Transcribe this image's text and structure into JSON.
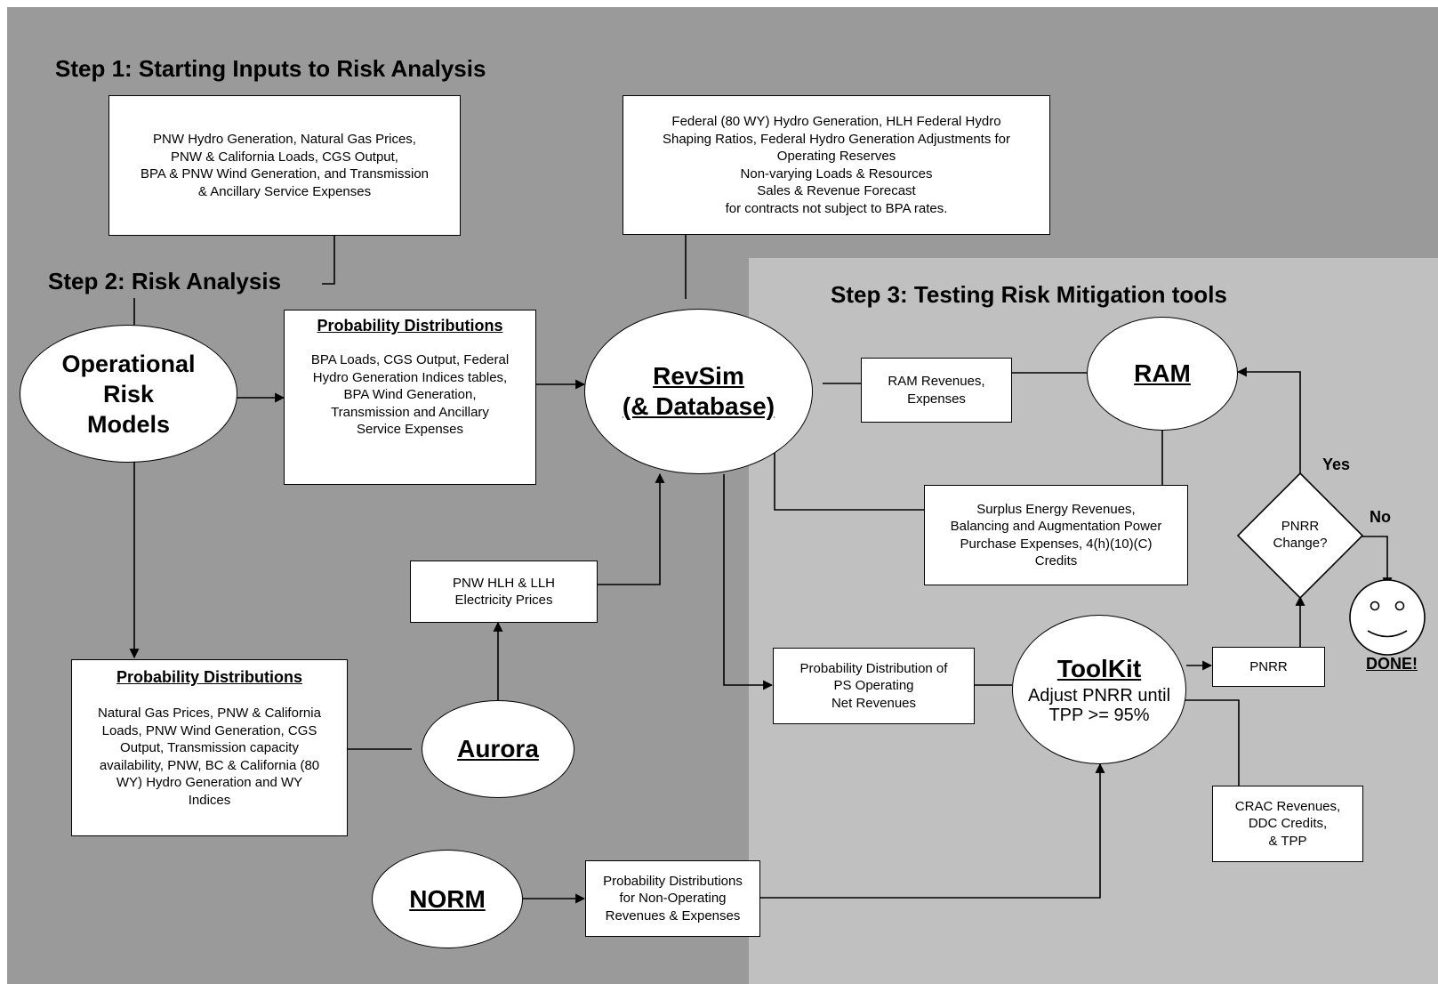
{
  "titles": {
    "step1": "Step 1:  Starting Inputs to Risk Analysis",
    "step2": "Step 2:  Risk Analysis",
    "step3": "Step 3:  Testing Risk Mitigation tools"
  },
  "boxes": {
    "step1_inputs": [
      "PNW Hydro Generation, Natural Gas Prices,",
      "PNW & California Loads, CGS Output,",
      "BPA & PNW Wind Generation, and Transmission",
      "& Ancillary Service Expenses"
    ],
    "federal_inputs": [
      "Federal (80 WY) Hydro Generation, HLH Federal Hydro",
      "Shaping Ratios, Federal Hydro Generation Adjustments for",
      "Operating Reserves",
      "Non-varying Loads & Resources",
      "Sales & Revenue Forecast",
      "for contracts not subject to BPA rates."
    ],
    "prob_dist_top": {
      "heading": "Probability Distributions",
      "lines": [
        "BPA Loads, CGS Output, Federal",
        "Hydro Generation Indices tables,",
        "BPA Wind Generation,",
        "Transmission and Ancillary",
        "Service Expenses"
      ]
    },
    "prob_dist_bottom": {
      "heading": "Probability Distributions",
      "lines": [
        "Natural Gas Prices,  PNW & California",
        "Loads, PNW Wind Generation, CGS",
        "Output, Transmission capacity",
        "availability, PNW, BC & California (80",
        "WY) Hydro Generation  and WY",
        "Indices"
      ]
    },
    "electricity_prices": [
      "PNW HLH & LLH",
      "Electricity Prices"
    ],
    "ram_revenues": [
      "RAM Revenues,",
      "Expenses"
    ],
    "surplus_energy": [
      "Surplus Energy Revenues,",
      "Balancing and Augmentation Power",
      "Purchase Expenses, 4(h)(10)(C)",
      "Credits"
    ],
    "ps_operating": [
      "Probability Distribution of",
      "PS Operating",
      "Net Revenues"
    ],
    "pnrr": [
      "PNRR"
    ],
    "crac": [
      "CRAC Revenues,",
      "DDC Credits,",
      "& TPP"
    ],
    "non_operating": [
      "Probability Distributions",
      "for Non-Operating",
      "Revenues & Expenses"
    ]
  },
  "ellipses": {
    "operational": [
      "Operational",
      "Risk",
      "Models"
    ],
    "revsim": [
      "RevSim",
      "(& Database)"
    ],
    "ram": "RAM",
    "aurora": "Aurora",
    "norm": "NORM",
    "toolkit": {
      "title": "ToolKit",
      "lines": [
        "Adjust PNRR until",
        "TPP >= 95%"
      ]
    }
  },
  "decision": {
    "lines": [
      "PNRR",
      "Change?"
    ],
    "yes": "Yes",
    "no": "No"
  },
  "done": "DONE!",
  "colors": {
    "background_dark": "#9a9a9a",
    "background_light": "#c0c0c0",
    "box_fill": "#ffffff",
    "line": "#000000"
  }
}
